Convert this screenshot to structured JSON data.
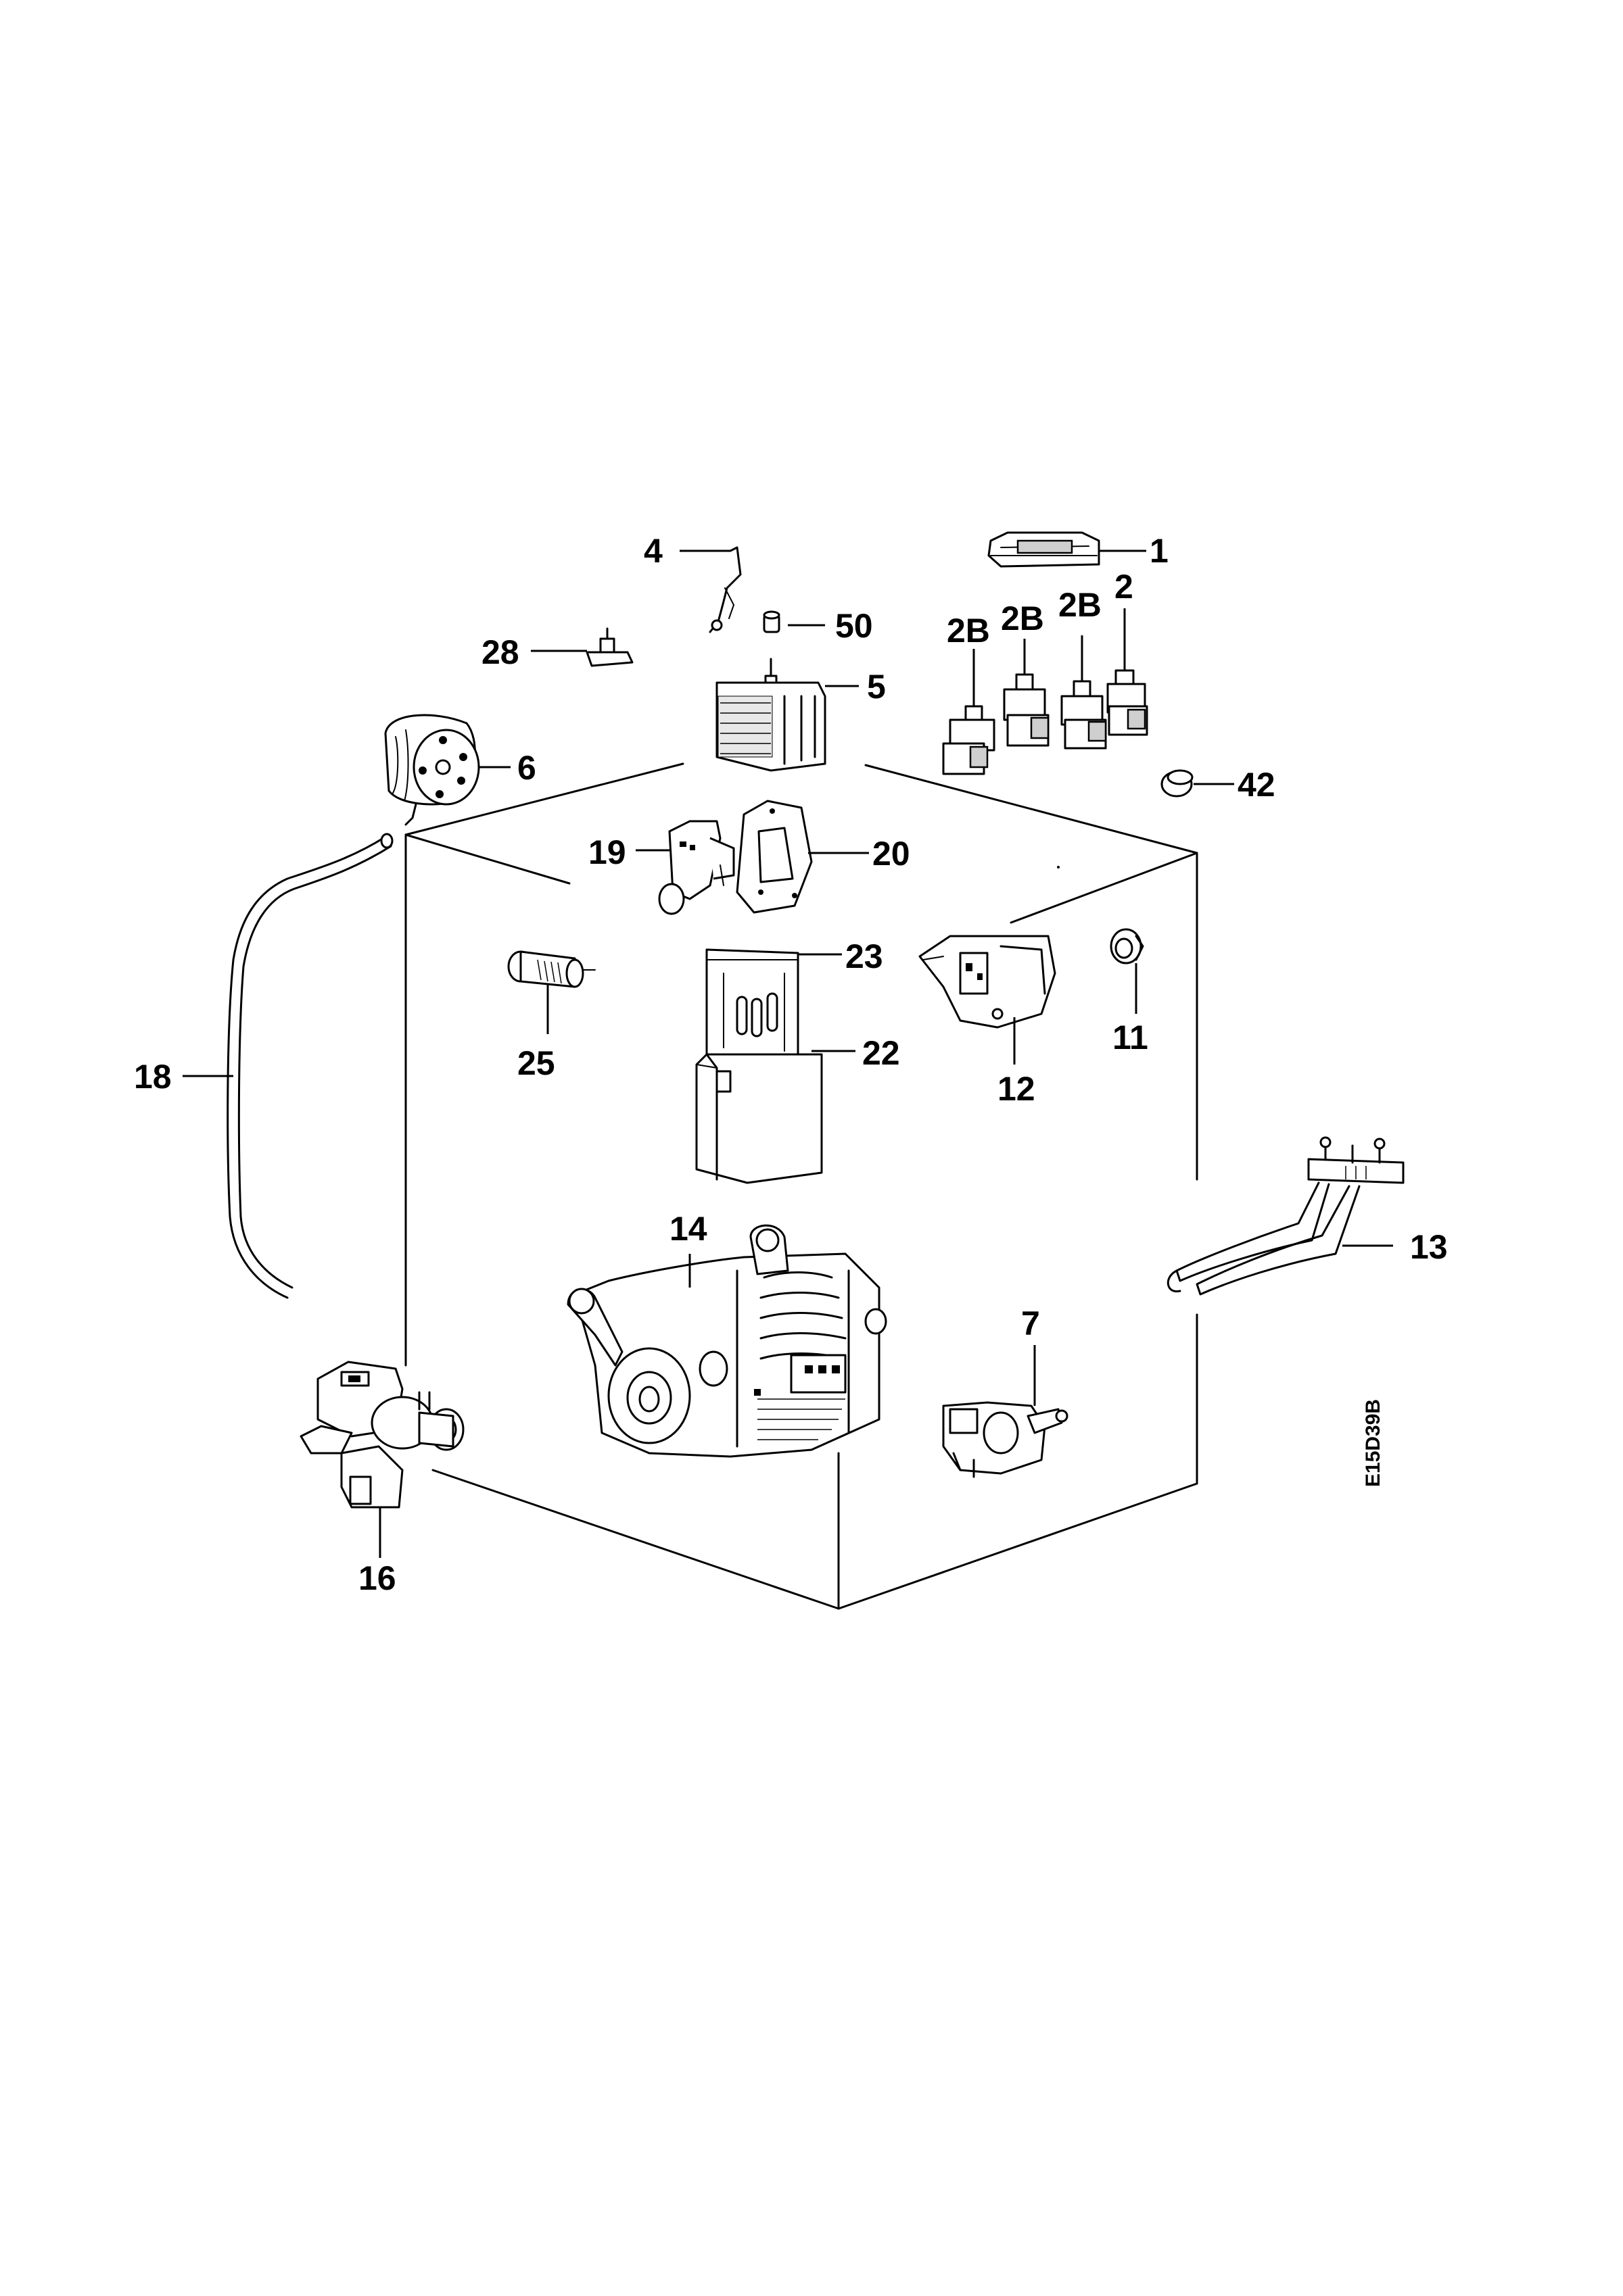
{
  "diagram": {
    "drawing_code": "E15D39B",
    "callouts": [
      {
        "key": "c1",
        "text": "1"
      },
      {
        "key": "c2",
        "text": "2"
      },
      {
        "key": "c2b1",
        "text": "2B"
      },
      {
        "key": "c2b2",
        "text": "2B"
      },
      {
        "key": "c2b3",
        "text": "2B"
      },
      {
        "key": "c4",
        "text": "4"
      },
      {
        "key": "c5",
        "text": "5"
      },
      {
        "key": "c6",
        "text": "6"
      },
      {
        "key": "c7",
        "text": "7"
      },
      {
        "key": "c11",
        "text": "11"
      },
      {
        "key": "c12",
        "text": "12"
      },
      {
        "key": "c13",
        "text": "13"
      },
      {
        "key": "c14",
        "text": "14"
      },
      {
        "key": "c16",
        "text": "16"
      },
      {
        "key": "c18",
        "text": "18"
      },
      {
        "key": "c19",
        "text": "19"
      },
      {
        "key": "c20",
        "text": "20"
      },
      {
        "key": "c22",
        "text": "22"
      },
      {
        "key": "c23",
        "text": "23"
      },
      {
        "key": "c25",
        "text": "25"
      },
      {
        "key": "c28",
        "text": "28"
      },
      {
        "key": "c42",
        "text": "42"
      },
      {
        "key": "c50",
        "text": "50"
      }
    ]
  }
}
